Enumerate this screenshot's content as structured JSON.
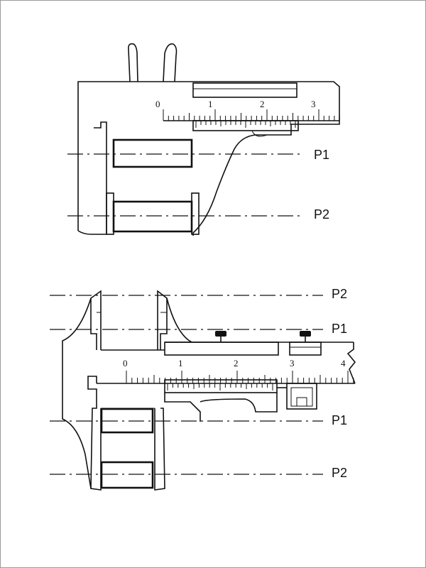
{
  "top_figure": {
    "scale_numbers": [
      "0",
      "1",
      "2",
      "3"
    ],
    "labels": [
      "P1",
      "P2"
    ]
  },
  "bottom_figure": {
    "scale_numbers": [
      "0",
      "1",
      "2",
      "3",
      "4"
    ],
    "labels": [
      "P2",
      "P1",
      "P1",
      "P2"
    ]
  }
}
